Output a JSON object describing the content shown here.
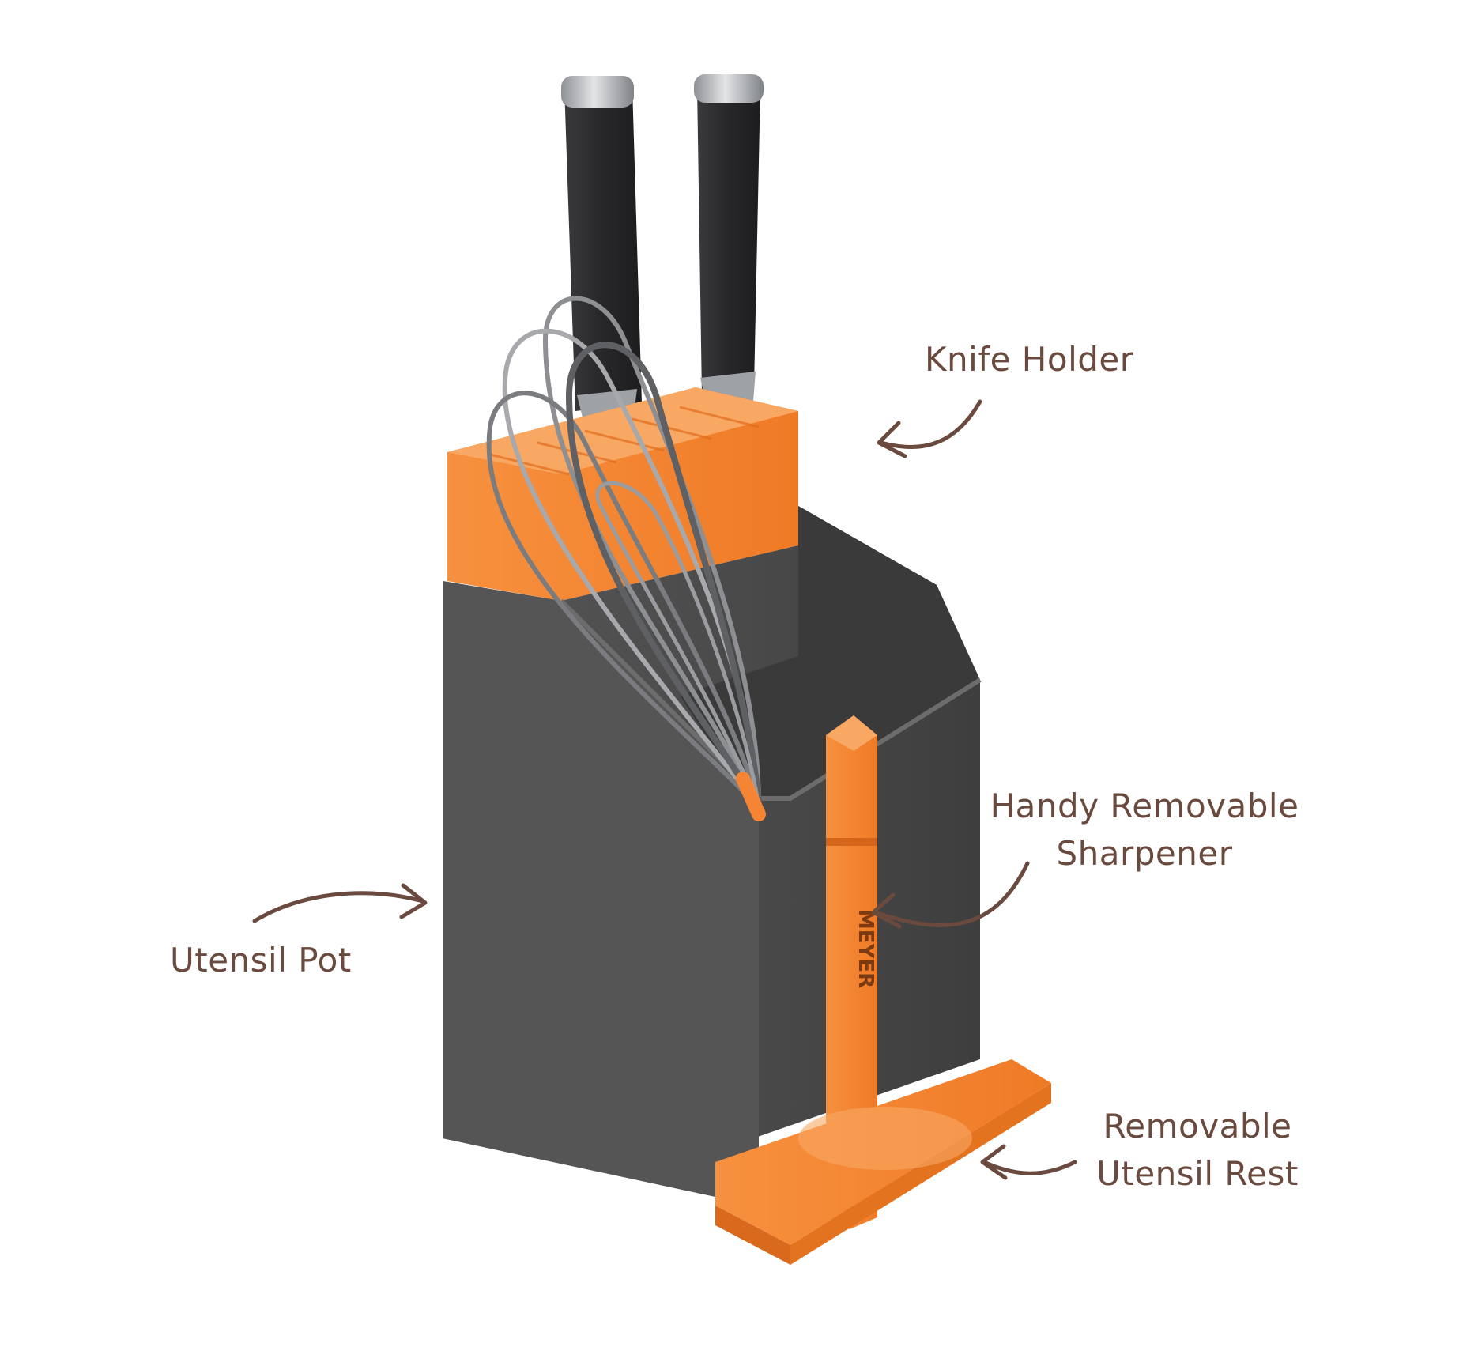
{
  "colors": {
    "background": "#ffffff",
    "body_dark": "#4a4a4b",
    "body_mid": "#5b5b5c",
    "accent_orange": "#f58535",
    "label_brown": "#6a4a3e",
    "knife_handle": "#2d2d2f",
    "steel": "#b9bcbf"
  },
  "callouts": {
    "knife_holder": "Knife Holder",
    "sharpener_line1": "Handy Removable",
    "sharpener_line2": "Sharpener",
    "utensil_pot": "Utensil Pot",
    "rest_line1": "Removable",
    "rest_line2": "Utensil Rest"
  },
  "product": {
    "brand_mark": "MEYER"
  },
  "icons": [
    "arrow-knife-holder-icon",
    "arrow-sharpener-icon",
    "arrow-utensil-pot-icon",
    "arrow-utensil-rest-icon"
  ]
}
